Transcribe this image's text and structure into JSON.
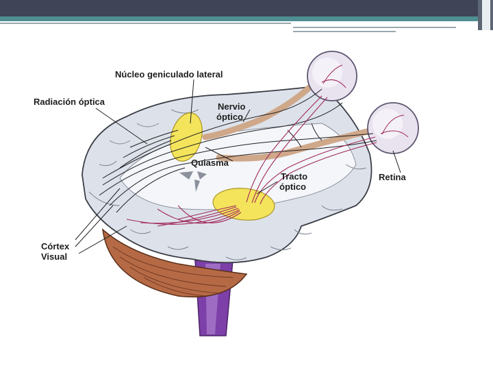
{
  "labels": {
    "lgn": "Núcleo geniculado lateral",
    "optic_radiation": "Radiación óptica",
    "optic_nerve_1": "Nervio",
    "optic_nerve_2": "óptico",
    "chiasm": "Quiasma",
    "optic_tract_1": "Tracto",
    "optic_tract_2": "óptico",
    "retina": "Retina",
    "visual_cortex_1": "Córtex",
    "visual_cortex_2": "Visual"
  },
  "colors": {
    "header": "#3f4456",
    "accent": "#4f8f93",
    "brain": "#dde2ea",
    "nucleus": "#f4e45c",
    "fibers": "#a0285a",
    "brainstem": "#7d3fa8",
    "cerebellum": "#b56a45"
  }
}
